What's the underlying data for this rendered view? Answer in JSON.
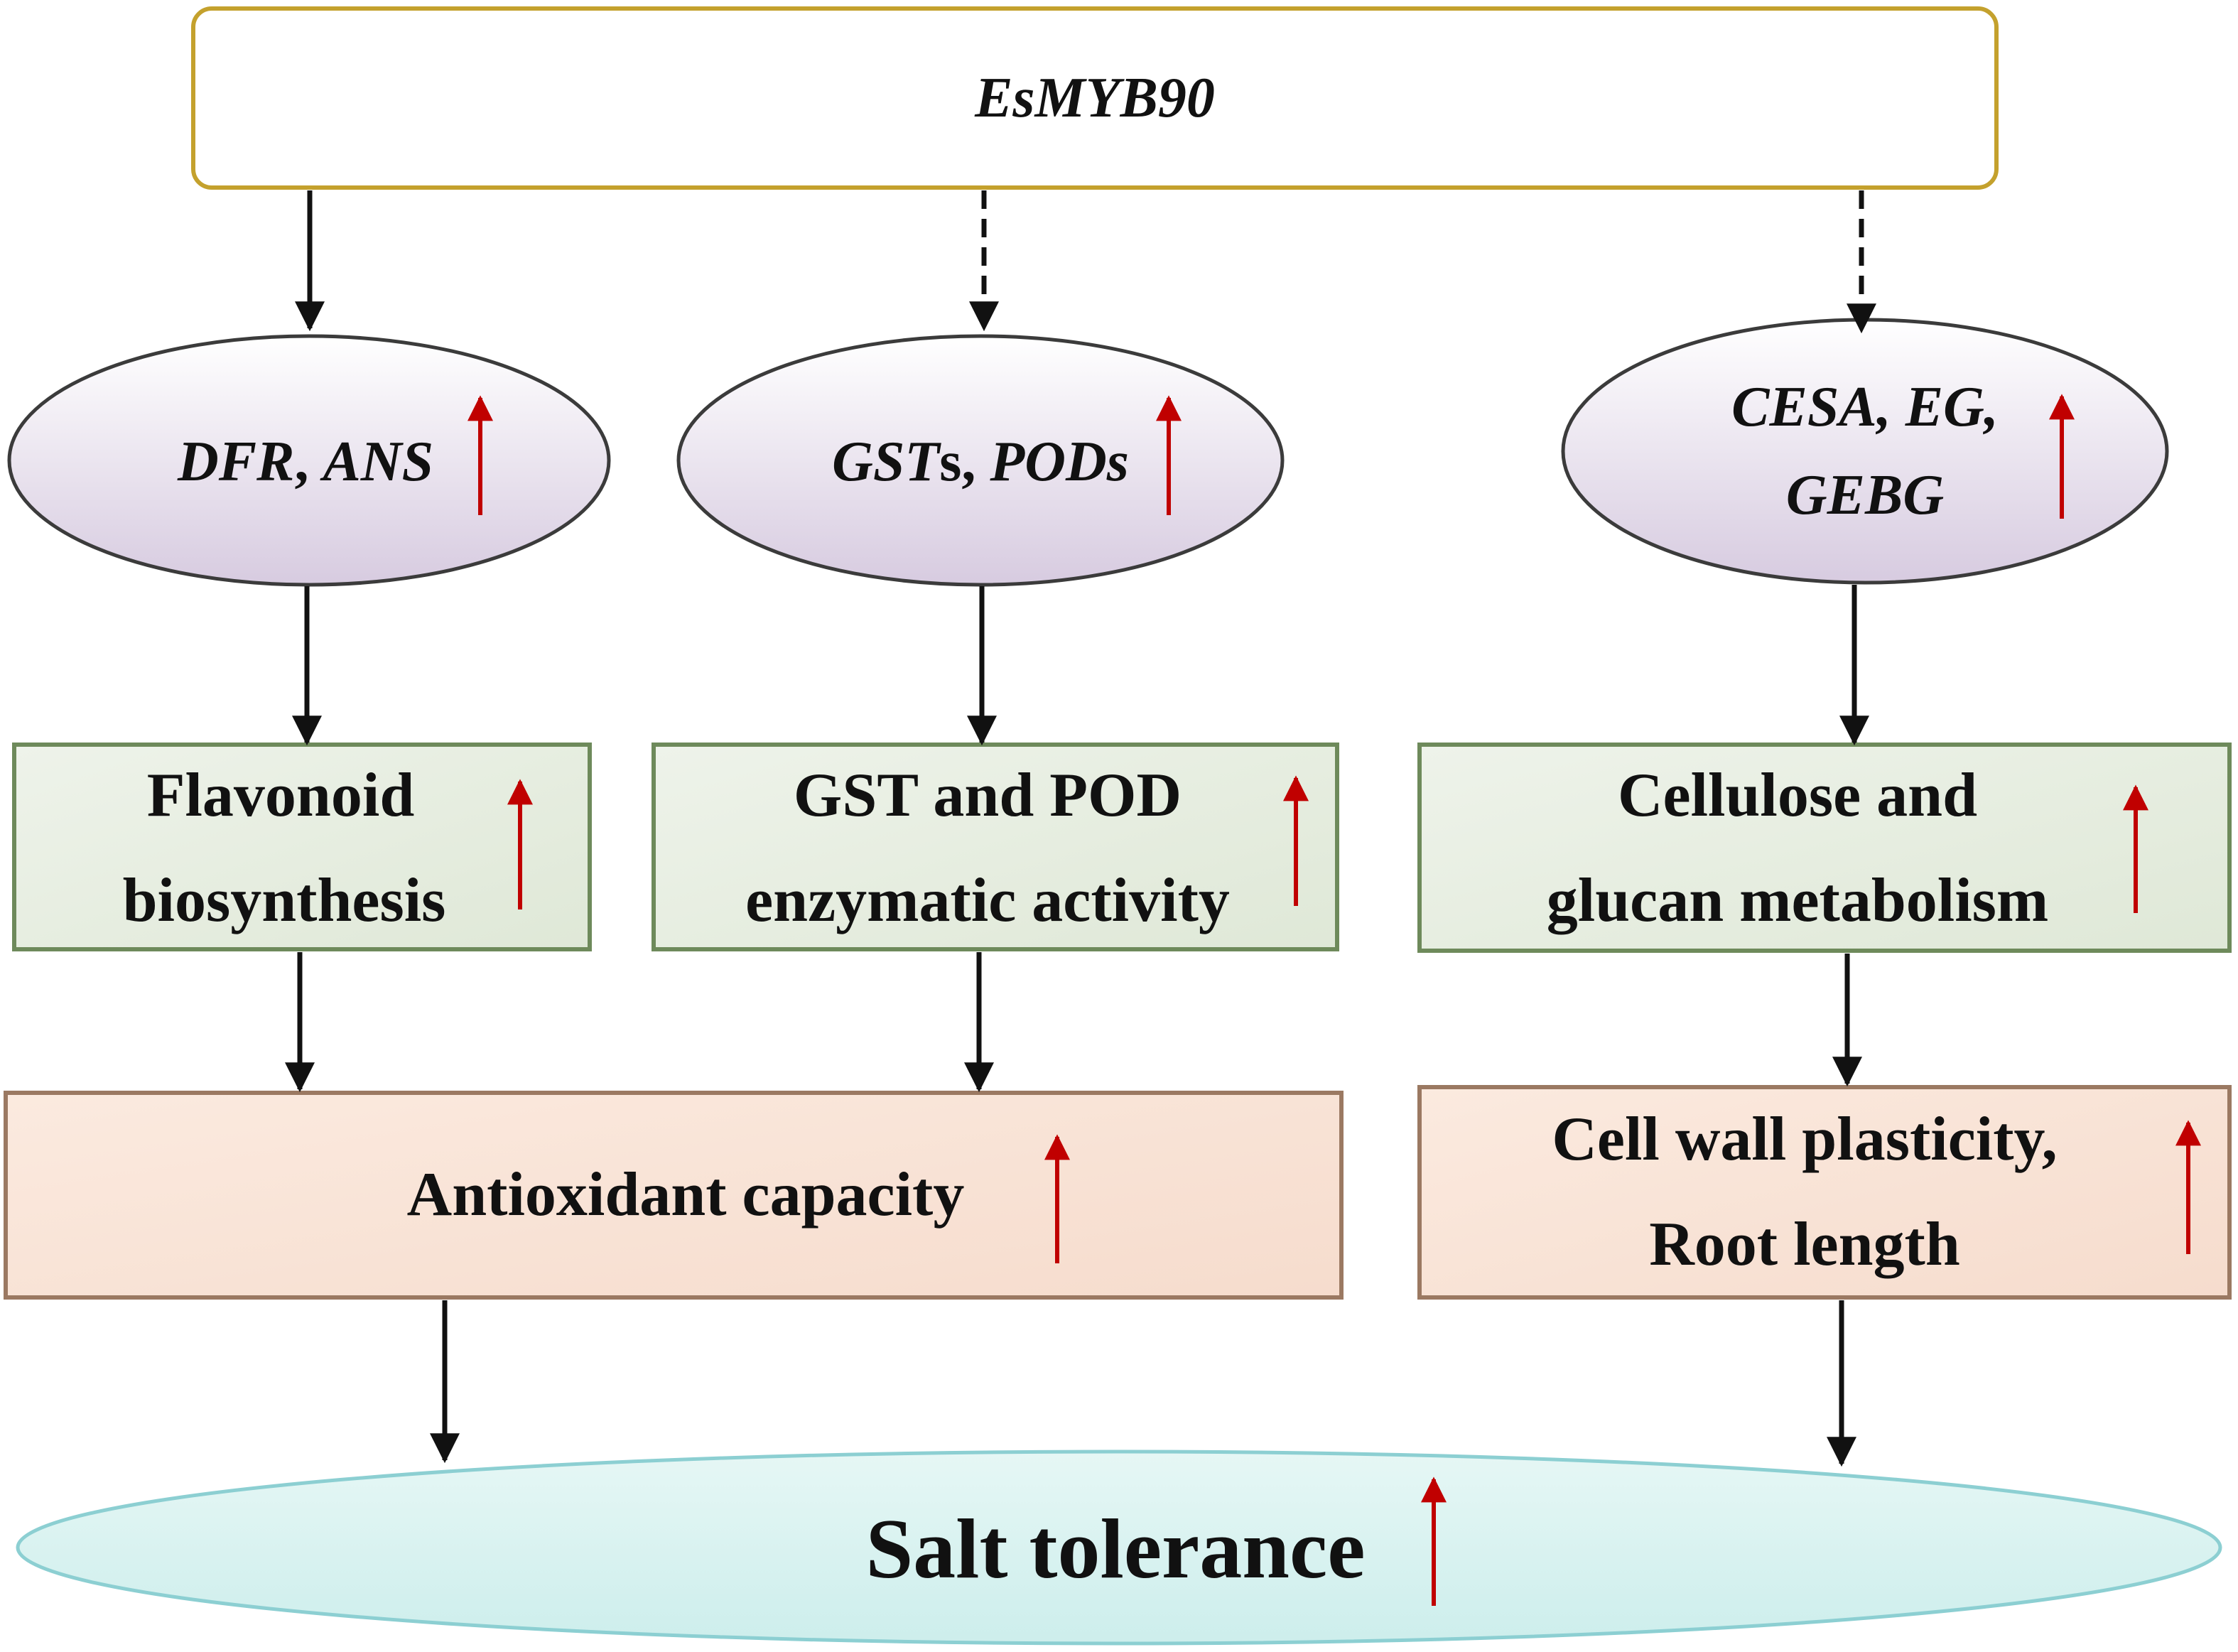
{
  "colors": {
    "top_box_border": "#c4a12d",
    "ellipse_fill_top": "#ffffff",
    "ellipse_fill_bottom": "#d7cbe0",
    "green_box_fill": "#e4ecdd",
    "green_box_border": "#6e8a5b",
    "peach_box_fill": "#f9e3d6",
    "peach_box_border": "#9b7962",
    "salt_fill": "#d8f2f0",
    "salt_border": "#8ccfd2",
    "arrow_black": "#111111",
    "arrow_up_red": "#c00000"
  },
  "nodes": {
    "esmyb90": {
      "text": "EsMYB90"
    },
    "dfr_ans": {
      "part1": "DFR",
      "sep": ", ",
      "part2": "ANS"
    },
    "gsts_pods": {
      "part1": "GST",
      "part1_suffix": "s",
      "sep": ", ",
      "part2": "PODs"
    },
    "cesa_eg_gebg": {
      "line1": "CESA, EG,",
      "line2": "GEBG"
    },
    "flavonoid": {
      "line1": "Flavonoid",
      "line2": "biosynthesis"
    },
    "gst_pod_activity": {
      "line1": "GST and POD",
      "line2": "enzymatic activity"
    },
    "cellulose": {
      "line1": "Cellulose and",
      "line2": "glucan metabolism"
    },
    "antioxidant": {
      "text": "Antioxidant capacity"
    },
    "cell_wall": {
      "line1": "Cell wall plasticity,",
      "line2": "Root length"
    },
    "salt": {
      "text": "Salt tolerance"
    }
  },
  "edges": [
    {
      "id": "esmyb90-to-dfr-ans",
      "style": "solid"
    },
    {
      "id": "esmyb90-to-gsts-pods",
      "style": "dashed"
    },
    {
      "id": "esmyb90-to-cesa-eg-gebg",
      "style": "dashed"
    },
    {
      "id": "dfr-ans-to-flavonoid",
      "style": "solid"
    },
    {
      "id": "gsts-pods-to-gst-pod-activity",
      "style": "solid"
    },
    {
      "id": "cesa-to-cellulose",
      "style": "solid"
    },
    {
      "id": "flavonoid-to-antioxidant",
      "style": "solid"
    },
    {
      "id": "gst-pod-activity-to-antioxidant",
      "style": "solid"
    },
    {
      "id": "cellulose-to-cell-wall",
      "style": "solid"
    },
    {
      "id": "antioxidant-to-salt",
      "style": "solid"
    },
    {
      "id": "cell-wall-to-salt",
      "style": "solid"
    }
  ],
  "up_arrows": [
    "dfr_ans",
    "gsts_pods",
    "cesa_eg_gebg",
    "flavonoid",
    "gst_pod_activity",
    "cellulose",
    "antioxidant",
    "cell_wall",
    "salt"
  ]
}
